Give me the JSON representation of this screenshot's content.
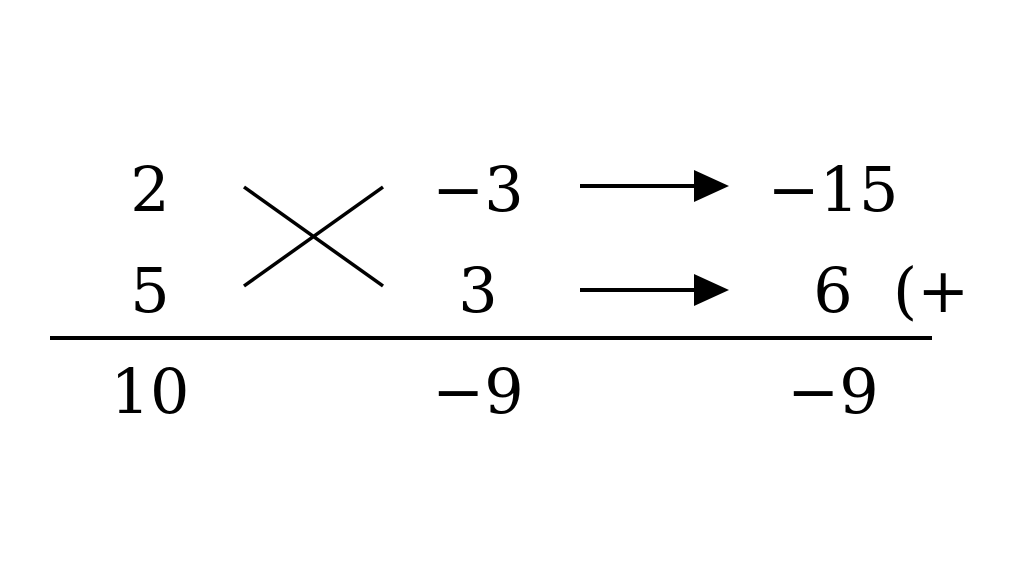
{
  "diagram": {
    "row1": {
      "left": "2",
      "middle": "−3",
      "right": "−15"
    },
    "row2": {
      "left": "5",
      "middle": "3",
      "right": "6",
      "note": "(+"
    },
    "result": {
      "left": "10",
      "middle": "−9",
      "right": "−9"
    }
  }
}
